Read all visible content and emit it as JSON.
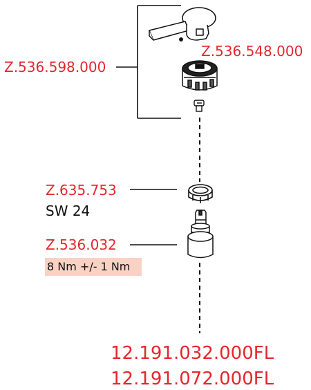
{
  "labels": {
    "part_598": "Z.536.598.000",
    "part_548": "Z.536.548.000",
    "part_753": "Z.635.753",
    "sw": "SW 24",
    "part_032": "Z.536.032",
    "torque": "8 Nm +/- 1 Nm"
  },
  "article_numbers": [
    "12.191.032.000FL",
    "12.191.072.000FL"
  ],
  "colors": {
    "label_red": "#e4262c",
    "torque_highlight": "#f9d2c3",
    "line": "#111111"
  }
}
